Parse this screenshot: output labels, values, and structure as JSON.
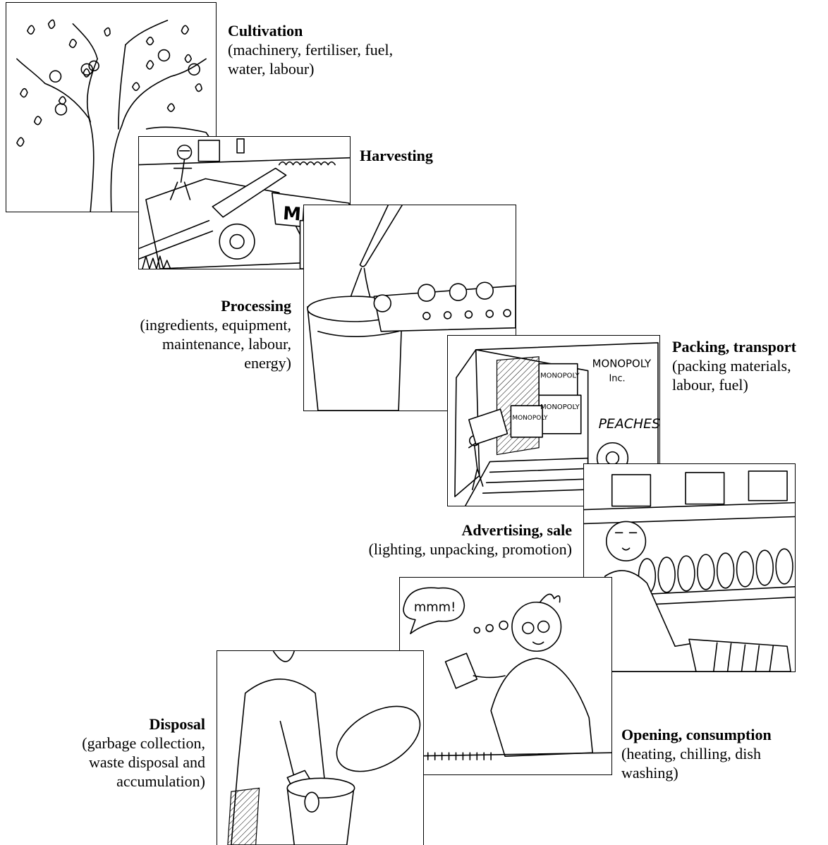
{
  "stages": [
    {
      "title": "Cultivation",
      "details": "(machinery, fertiliser, fuel,\nwater, labour)"
    },
    {
      "title": "Harvesting",
      "details": ""
    },
    {
      "title": "Processing",
      "details": "(ingredients, equipment,\nmaintenance, labour,\nenergy)"
    },
    {
      "title": "Packing, transport",
      "details": "(packing materials,\nlabour, fuel)"
    },
    {
      "title": "Advertising, sale",
      "details": "(lighting, unpacking, promotion)"
    },
    {
      "title": "Opening, consumption",
      "details": "(heating, chilling, dish\nwashing)"
    },
    {
      "title": "Disposal",
      "details": "(garbage collection,\nwaste disposal and\naccumulation)"
    }
  ],
  "illustration_text": {
    "harvester_brand": "MEGA",
    "truck_company": "MONOPOLY",
    "truck_company_suffix": "Inc.",
    "truck_product": "PEACHES",
    "speech_bubble": "mmm!"
  }
}
